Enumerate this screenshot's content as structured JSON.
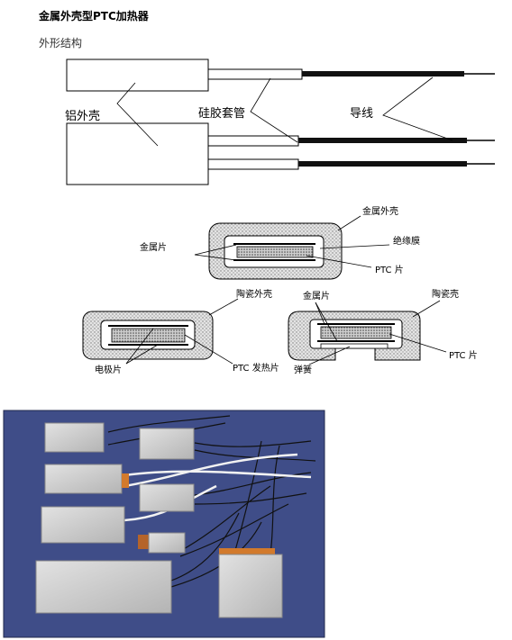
{
  "header": {
    "title": "金属外壳型PTC加热器",
    "subtitle": "外形结构"
  },
  "diagram1": {
    "label_shell": "铝外壳",
    "label_sleeve": "硅胶套管",
    "label_wire": "导线"
  },
  "diagram2": {
    "label_metal_shell": "金属外壳",
    "label_metal_sheet": "金属片",
    "label_insulation": "绝缘膜",
    "label_ptc": "PTC 片"
  },
  "diagram3": {
    "label_ceramic_shell": "陶瓷外壳",
    "label_electrode": "电极片",
    "label_ptc_heater": "PTC 发热片"
  },
  "diagram4": {
    "label_metal_sheet": "金属片",
    "label_ceramic_shell": "陶瓷壳",
    "label_spring": "弹簧",
    "label_ptc": "PTC 片"
  },
  "photo": {
    "background_color": "#3f4d88",
    "plate_color": "#c9c9c9"
  }
}
